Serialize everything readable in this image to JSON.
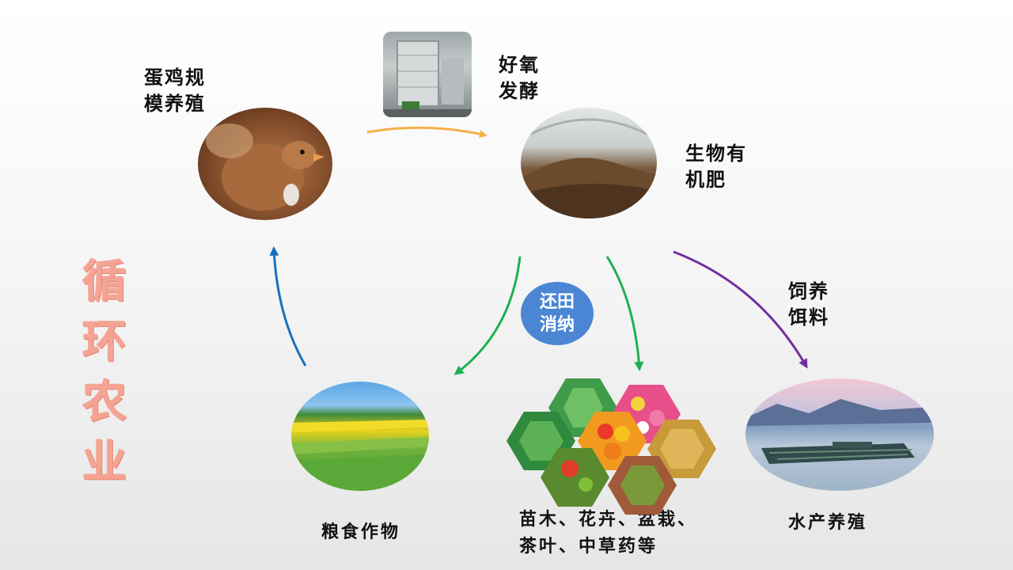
{
  "title": "循\n环\n农\n业",
  "nodes": {
    "chicken": "蛋鸡规\n模养殖",
    "fermentation": "好氧\n发酵",
    "fertilizer": "生物有\n机肥",
    "grain": "粮食作物",
    "horticulture": "苗木、花卉、盆栽、\n茶叶、中草药等",
    "aquaculture": "水产养殖"
  },
  "edges": {
    "return_to_field": "还田\n消纳",
    "feed": "饲养\n饵料"
  },
  "colors": {
    "arrow_orange": "#f5b048",
    "arrow_green": "#1eb050",
    "arrow_blue": "#1a70c0",
    "arrow_purple": "#7030a0",
    "badge_blue": "#4b86d4",
    "title_salmon": "#f5a494"
  }
}
